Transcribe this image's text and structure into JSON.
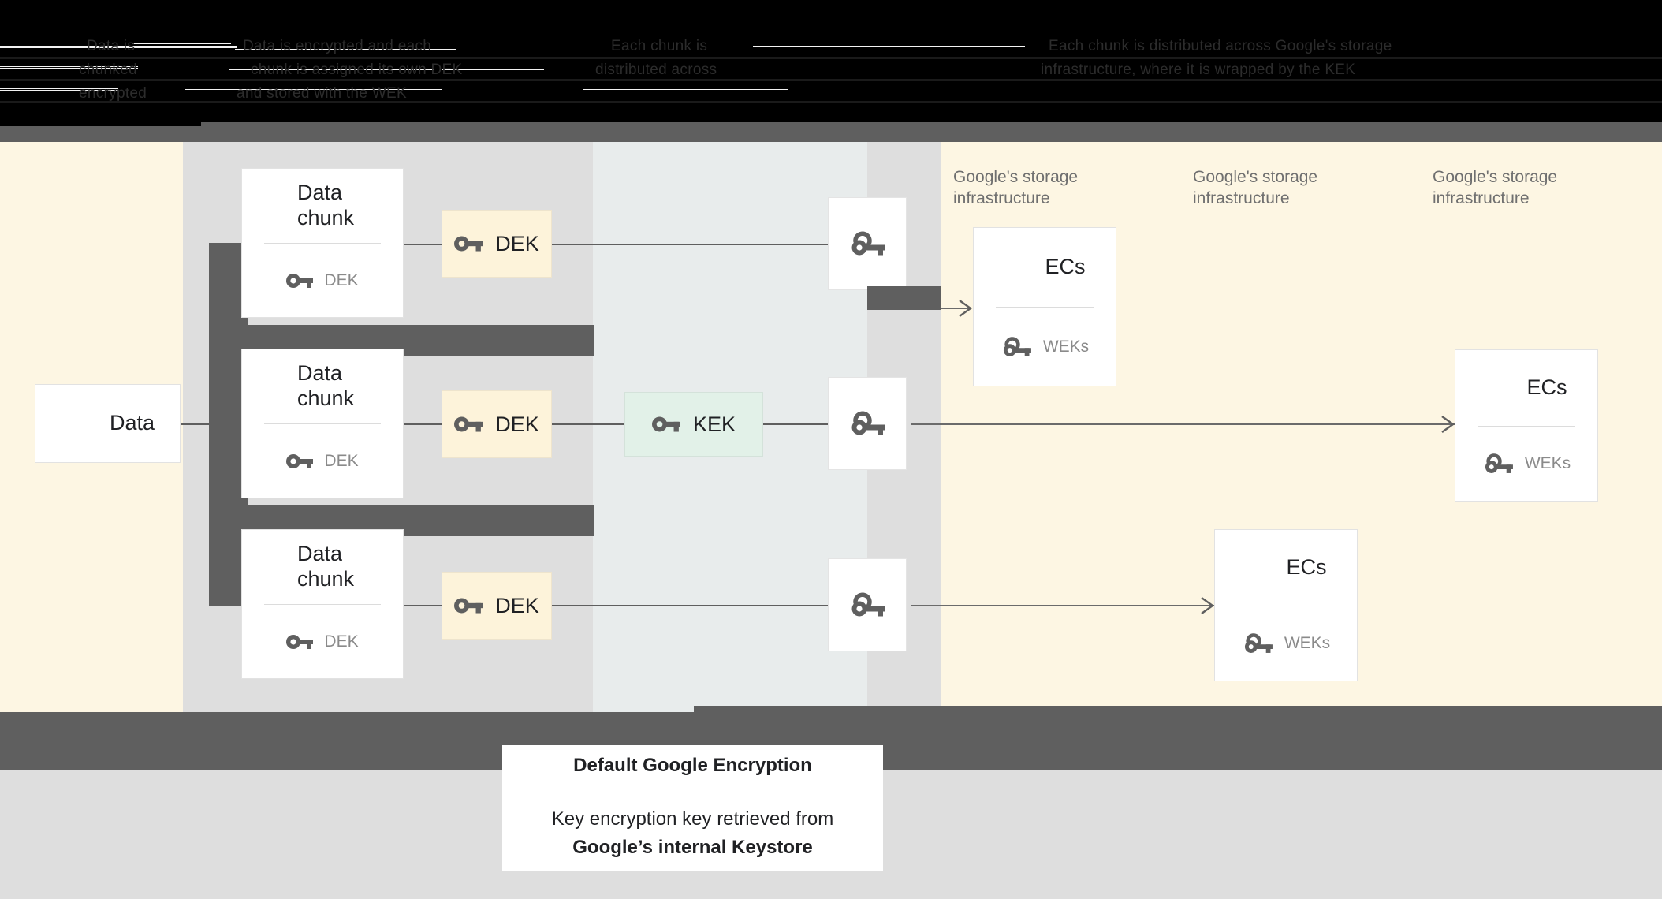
{
  "top_band": {
    "note": "obscured-dark-text",
    "fragments": [
      "Data is",
      "chunked",
      "Data is encrypted and each",
      "chunk is assigned its own",
      "Each chunk is",
      "distributed across",
      "Google's storage",
      "DEK",
      "KEK",
      "WEK"
    ]
  },
  "diagram": {
    "data_box": {
      "label": "Data",
      "icon": "server-icon"
    },
    "chunks": [
      {
        "title": "Data chunk",
        "key_label": "DEK",
        "key_icon": "key-icon",
        "icon": "server-icon"
      },
      {
        "title": "Data chunk",
        "key_label": "DEK",
        "key_icon": "key-icon",
        "icon": "server-icon"
      },
      {
        "title": "Data chunk",
        "key_label": "DEK",
        "key_icon": "key-icon",
        "icon": "server-icon"
      }
    ],
    "deks": [
      {
        "label": "DEK",
        "icon": "key-icon"
      },
      {
        "label": "DEK",
        "icon": "key-icon"
      },
      {
        "label": "DEK",
        "icon": "key-icon"
      }
    ],
    "kek": {
      "label": "KEK",
      "icon": "key-icon"
    },
    "wrapped_keys": [
      {
        "icon": "wrapped-key-icon"
      },
      {
        "icon": "wrapped-key-icon"
      },
      {
        "icon": "wrapped-key-icon"
      }
    ],
    "storage_labels": [
      "Google's storage\ninfrastructure",
      "Google's storage\ninfrastructure",
      "Google's storage\ninfrastructure"
    ],
    "ec_cards": [
      {
        "title": "ECs",
        "key_label": "WEKs",
        "icon": "server-icon",
        "key_icon": "wrapped-key-icon"
      },
      {
        "title": "ECs",
        "key_label": "WEKs",
        "icon": "server-icon",
        "key_icon": "wrapped-key-icon"
      },
      {
        "title": "ECs",
        "key_label": "WEKs",
        "icon": "server-icon",
        "key_icon": "wrapped-key-icon"
      }
    ]
  },
  "caption": {
    "title": "Default Google Encryption",
    "line1": "Key encryption key retrieved from",
    "line2": "Google’s internal Keystore"
  },
  "colors": {
    "cream": "#fdf6e3",
    "bluegray": "#e8ecec",
    "gray": "#dedede",
    "dark": "#5f5f5f",
    "dek_fill": "#fdf3da",
    "kek_fill": "#e2f1e8",
    "card_bg": "#ffffff",
    "text_primary": "#202124",
    "text_muted": "#8a8a8a",
    "label_muted": "#6f6f6f"
  }
}
